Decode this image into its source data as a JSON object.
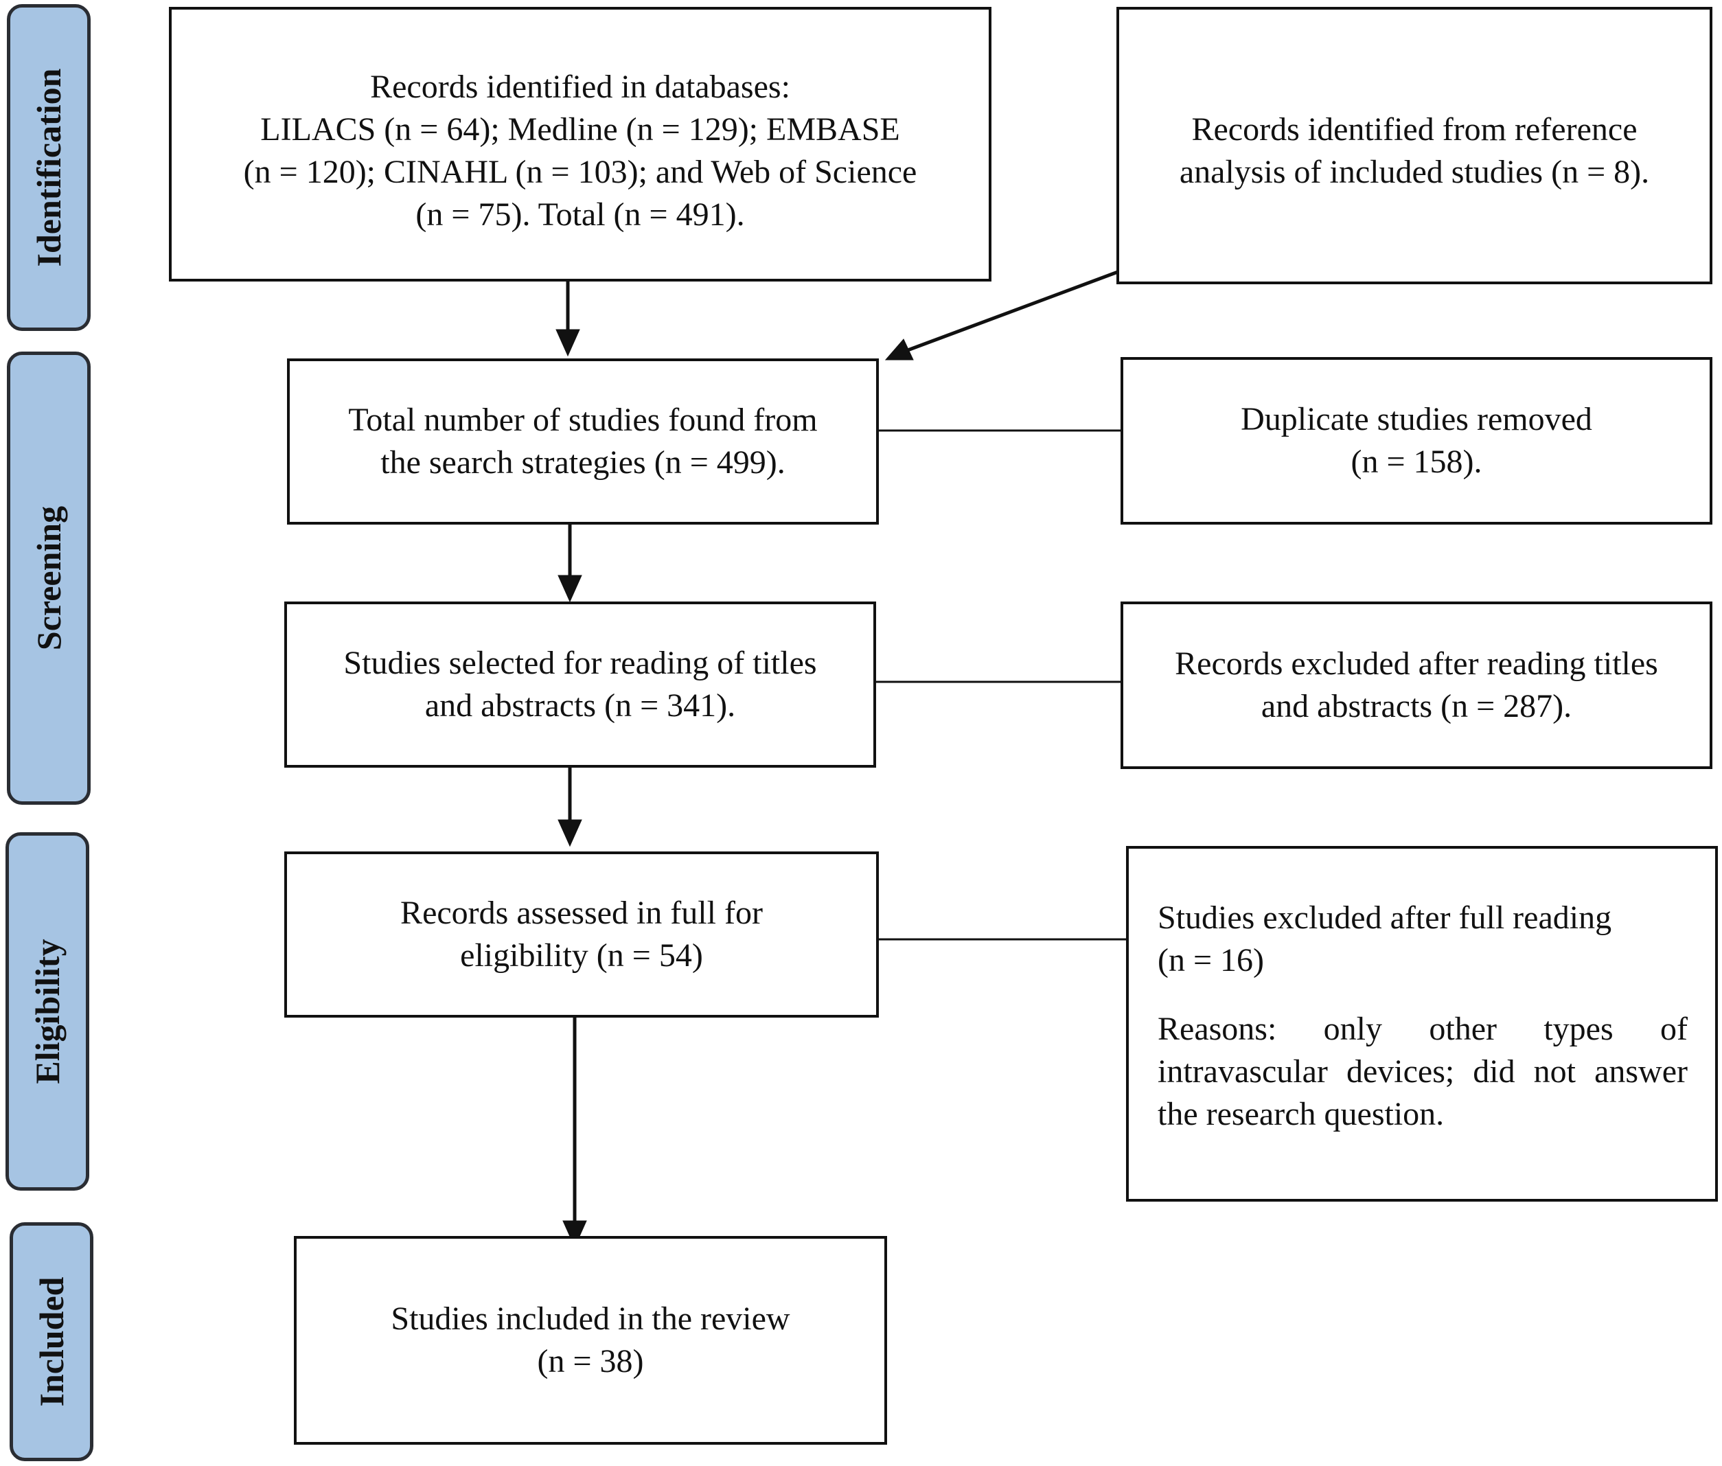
{
  "phases": {
    "identification": "Identification",
    "screening": "Screening",
    "eligibility": "Eligibility",
    "included": "Included"
  },
  "boxes": {
    "records_databases": {
      "lines": [
        "Records identified in databases:",
        "LILACS (n = 64); Medline (n = 129); EMBASE",
        "(n = 120); CINAHL (n = 103); and Web of Science",
        "(n = 75). Total (n = 491)."
      ]
    },
    "records_reference": {
      "lines": [
        "Records identified from reference",
        "analysis of included studies (n = 8)."
      ]
    },
    "total_found": {
      "lines": [
        "Total number of studies found from",
        "the search strategies (n = 499)."
      ]
    },
    "duplicates_removed": {
      "lines": [
        "Duplicate studies removed",
        "(n = 158)."
      ]
    },
    "selected_titles": {
      "lines": [
        "Studies selected for reading of titles",
        "and abstracts (n = 341)."
      ]
    },
    "excluded_titles": {
      "lines": [
        "Records excluded after reading titles",
        "and abstracts (n = 287)."
      ]
    },
    "assessed_full": {
      "lines": [
        "Records assessed in full for",
        "eligibility (n = 54)"
      ]
    },
    "excluded_full": {
      "lines": [
        "Studies excluded after full reading",
        "(n = 16)"
      ],
      "reasons": "Reasons: only other types of intravascular devices; did not answer the research question."
    },
    "included_review": {
      "lines": [
        "Studies included in the review",
        "(n = 38)"
      ]
    }
  }
}
